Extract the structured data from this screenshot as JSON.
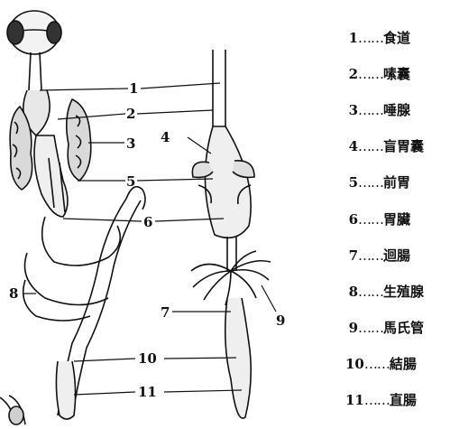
{
  "legend": [
    {
      "num": "1",
      "dots": "……",
      "term": "食道"
    },
    {
      "num": "2",
      "dots": "……",
      "term": "嗉囊"
    },
    {
      "num": "3",
      "dots": "……",
      "term": "唾腺"
    },
    {
      "num": "4",
      "dots": "……",
      "term": "盲胃囊"
    },
    {
      "num": "5",
      "dots": "……",
      "term": "前胃"
    },
    {
      "num": "6",
      "dots": "……",
      "term": "胃臟"
    },
    {
      "num": "7",
      "dots": "……",
      "term": "迴腸"
    },
    {
      "num": "8",
      "dots": "……",
      "term": "生殖腺"
    },
    {
      "num": "9",
      "dots": "……",
      "term": "馬氏管"
    },
    {
      "num": "10",
      "dots": "……",
      "term": "結腸"
    },
    {
      "num": "11",
      "dots": "……",
      "term": "直腸"
    }
  ],
  "callouts": [
    "1",
    "2",
    "3",
    "4",
    "5",
    "6",
    "7",
    "8",
    "9",
    "10",
    "11"
  ]
}
